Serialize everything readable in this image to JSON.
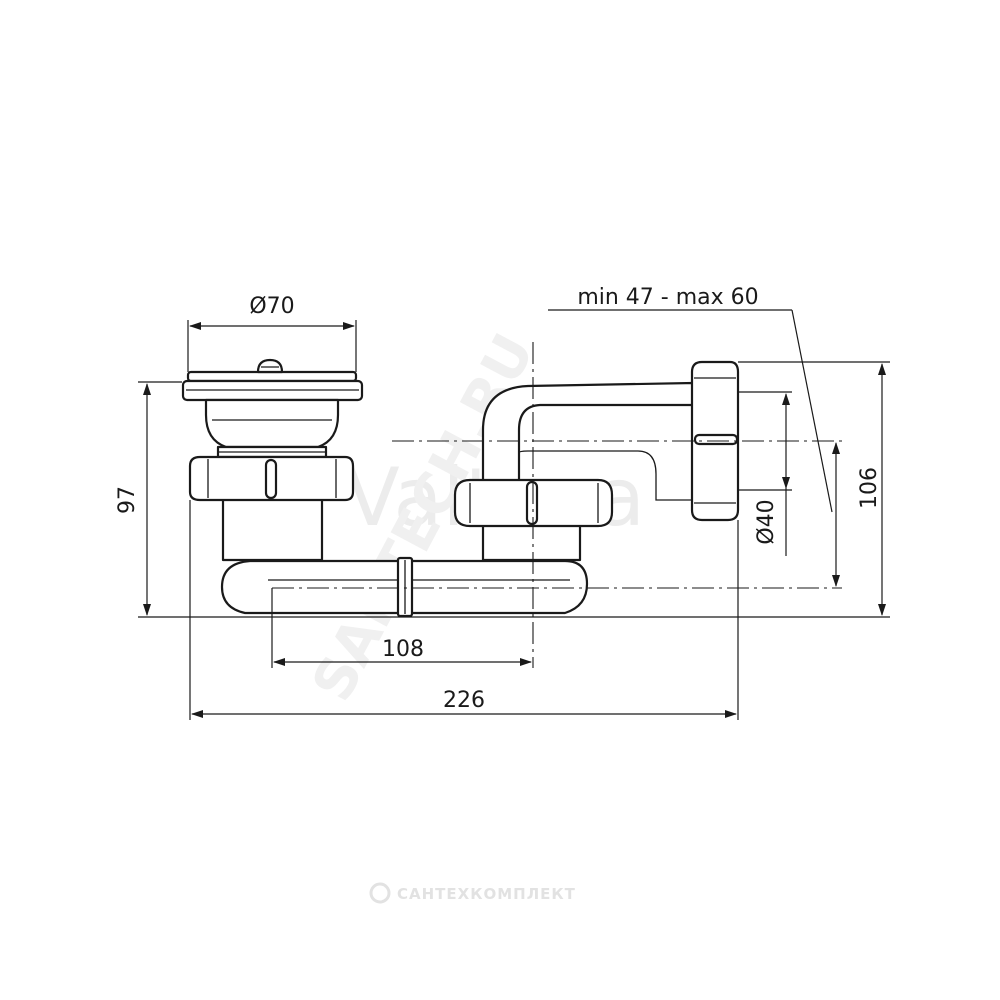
{
  "watermarks": {
    "brand": "Valtena",
    "diagonal": "SANTECH.RU",
    "footer": "САНТЕХКОМПЛЕКТ"
  },
  "dimensions": {
    "strainer_diameter": "Ø70",
    "outlet_diameter": "Ø40",
    "overflow_range": "min 47 - max 60",
    "total_height": "97",
    "outlet_height": "106",
    "center_distance": "108",
    "total_length": "226"
  },
  "colors": {
    "line": "#1a1a1a",
    "watermark": "#ececec"
  }
}
